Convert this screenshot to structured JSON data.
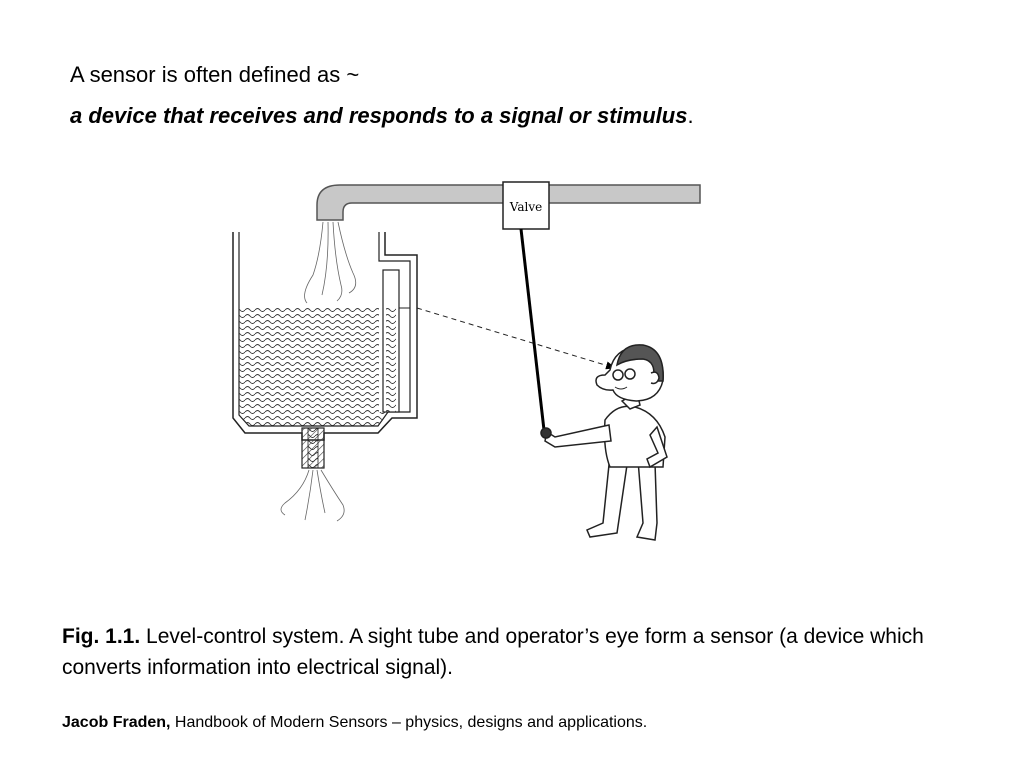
{
  "intro": {
    "line1": "A sensor is often defined as ~",
    "line2_emphasis": "a device that receives and responds to a signal or stimulus",
    "line2_end": "."
  },
  "figure": {
    "valve_label": "Valve"
  },
  "caption": {
    "fig_number": "Fig. 1.1.",
    "text": " Level-control system. A sight tube and operator’s eye form a sensor (a device which converts information into electrical signal)."
  },
  "credit": {
    "author": "Jacob Fraden,",
    "title": " Handbook of Modern Sensors – physics, designs and applications."
  }
}
